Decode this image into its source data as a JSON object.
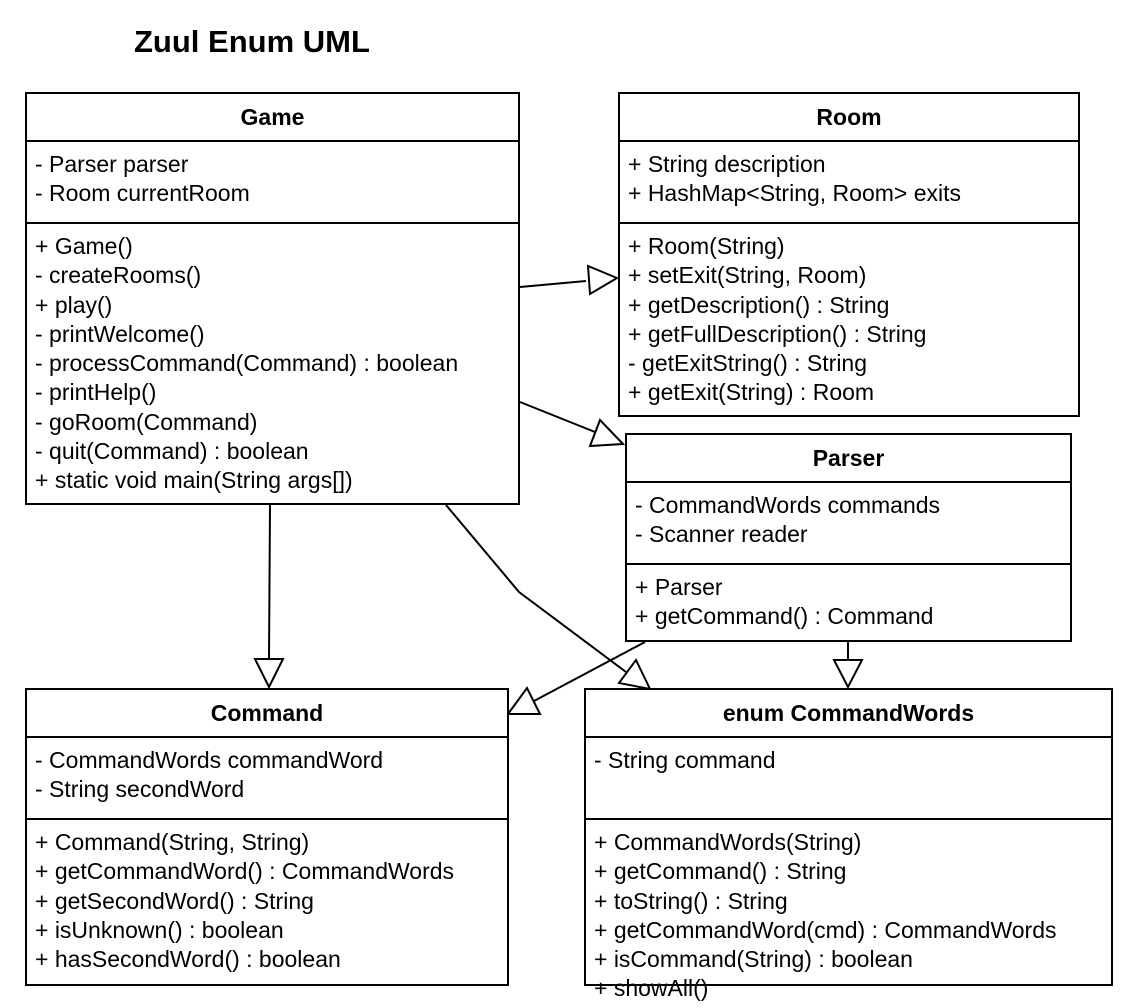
{
  "title": "Zuul Enum UML",
  "classes": {
    "game": {
      "name": "Game",
      "attributes": [
        "- Parser parser",
        "- Room currentRoom"
      ],
      "methods": [
        "+ Game()",
        "- createRooms()",
        "+ play()",
        "- printWelcome()",
        "- processCommand(Command) : boolean",
        "- printHelp()",
        "- goRoom(Command)",
        "- quit(Command) : boolean",
        "+ static void main(String args[])"
      ]
    },
    "room": {
      "name": "Room",
      "attributes": [
        "+ String description",
        "+ HashMap<String, Room> exits"
      ],
      "methods": [
        "+ Room(String)",
        "+ setExit(String, Room)",
        "+ getDescription() : String",
        "+ getFullDescription() : String",
        "- getExitString() : String",
        "+ getExit(String) : Room"
      ]
    },
    "parser": {
      "name": "Parser",
      "attributes": [
        "- CommandWords commands",
        "- Scanner reader"
      ],
      "methods": [
        "+ Parser",
        "+ getCommand() : Command"
      ]
    },
    "command": {
      "name": "Command",
      "attributes": [
        "- CommandWords commandWord",
        "- String secondWord"
      ],
      "methods": [
        "+ Command(String, String)",
        "+ getCommandWord() : CommandWords",
        "+ getSecondWord() : String",
        "+ isUnknown() : boolean",
        "+ hasSecondWord() : boolean"
      ]
    },
    "commandwords": {
      "name": "enum CommandWords",
      "attributes": [
        "- String command"
      ],
      "methods": [
        "+ CommandWords(String)",
        "+ getCommand() : String",
        "+ toString() : String",
        "+ getCommandWord(cmd) : CommandWords",
        "+ isCommand(String) : boolean",
        "+ showAll()"
      ]
    }
  }
}
